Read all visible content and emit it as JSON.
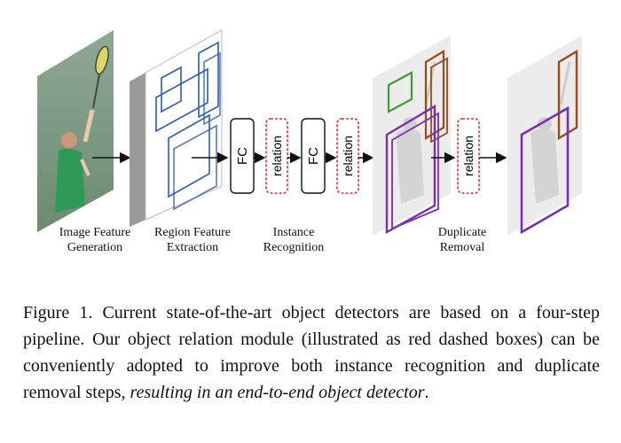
{
  "stages": [
    {
      "id": "image-feature",
      "lines": [
        "Image Feature",
        "Generation"
      ]
    },
    {
      "id": "region-feature",
      "lines": [
        "Region Feature",
        "Extraction"
      ]
    },
    {
      "id": "instance",
      "lines": [
        "Instance",
        "Recognition"
      ]
    },
    {
      "id": "duplicate",
      "lines": [
        "Duplicate",
        "Removal"
      ]
    }
  ],
  "boxes": {
    "fc": "FC",
    "relation": "relation"
  },
  "caption": {
    "lead": "Figure 1. Current state-of-the-art object detectors are based on a four-step pipeline. Our object relation module (illustrated as red dashed boxes) can be conveniently adopted to improve both instance recognition and duplicate removal steps,",
    "italic": "resulting in an end-to-end object detector",
    "tail": "."
  },
  "colors": {
    "relation_border": "#e0332c",
    "region_box": "#2f5fa8",
    "green_box": "#3f9a3a",
    "purple_box": "#7a2fb0",
    "brown_box": "#9a4a1c"
  }
}
